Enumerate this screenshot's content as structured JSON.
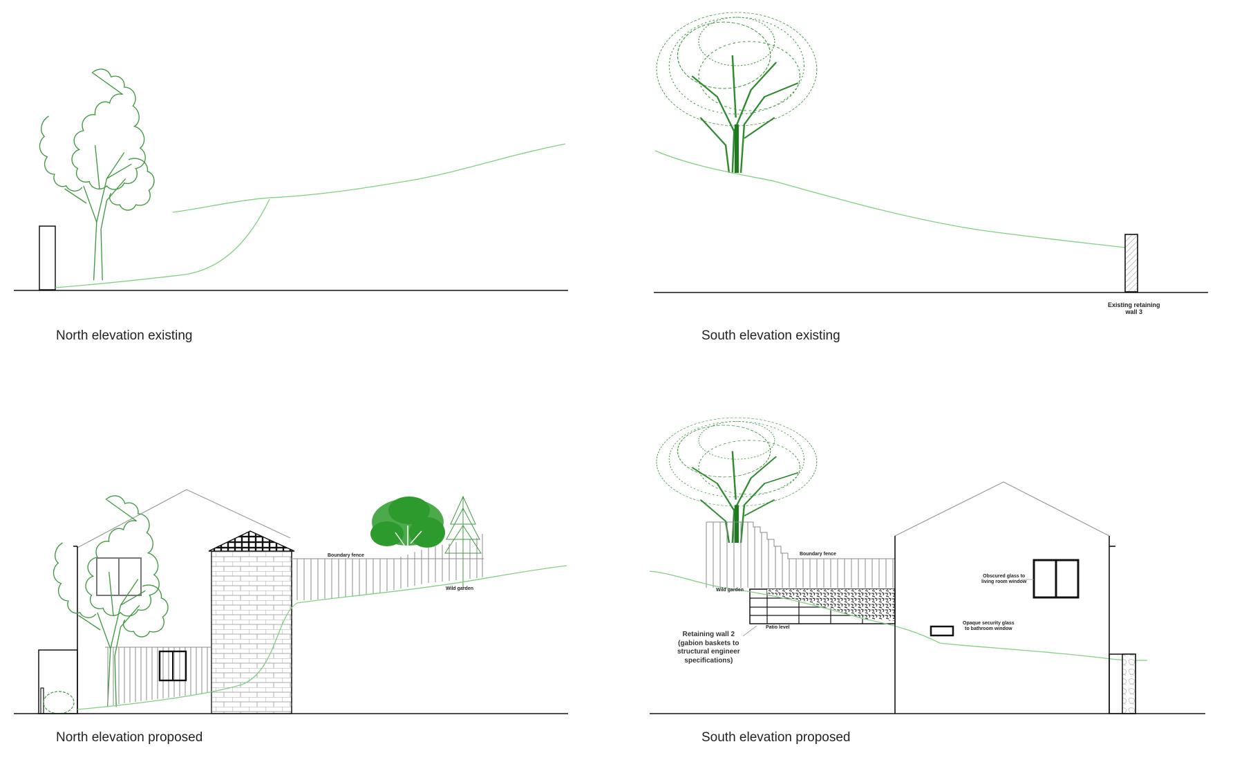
{
  "colors": {
    "vegetation": "#3f9a3f",
    "vegetation_dense": "#1f8a1f",
    "ground": "#7fd07f",
    "lines": "#111111",
    "fence": "#888888",
    "roof": "#999999"
  },
  "panels": [
    {
      "id": "north-existing",
      "title": "North elevation existing",
      "elements": [
        "tree",
        "boundary-post",
        "ground-profile",
        "ground-line"
      ]
    },
    {
      "id": "south-existing",
      "title": "South elevation existing",
      "annotations": {
        "retaining_wall": [
          "Existing retaining",
          "wall 3"
        ]
      }
    },
    {
      "id": "north-proposed",
      "title": "North elevation proposed",
      "annotations": {
        "boundary_fence": "Boundary fence",
        "wild_garden": "Wild garden"
      }
    },
    {
      "id": "south-proposed",
      "title": "South elevation proposed",
      "annotations": {
        "boundary_fence": "Boundary fence",
        "wild_garden": "Wild garden",
        "patio_level": "Patio level",
        "retaining_wall_2": [
          "Retaining wall 2",
          "(gabion baskets to",
          "structural engineer",
          "specifications)"
        ],
        "obscured_glass": [
          "Obscured glass to",
          "living room window"
        ],
        "opaque_glass": [
          "Opaque security glass",
          "to bathroom window"
        ]
      }
    }
  ]
}
